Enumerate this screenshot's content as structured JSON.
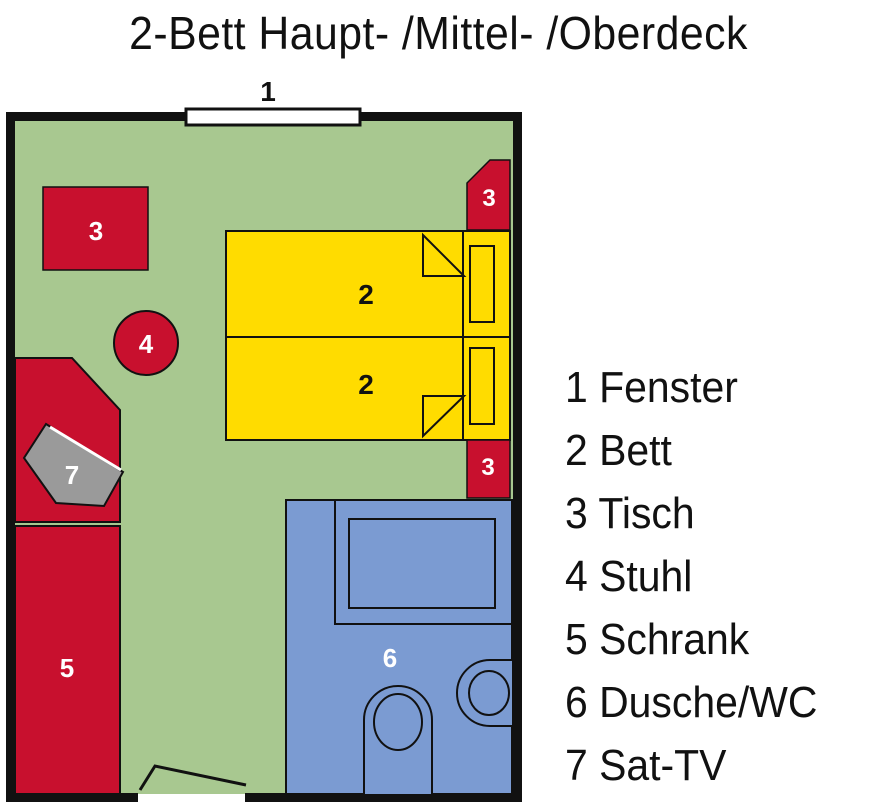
{
  "title": "2-Bett Haupt- /Mittel- /Oberdeck",
  "markers": {
    "window": "1",
    "bed_top": "2",
    "bed_bottom": "2",
    "table_left": "3",
    "table_right_top": "3",
    "table_right_bottom": "3",
    "chair": "4",
    "wardrobe": "5",
    "bathroom": "6",
    "tv": "7"
  },
  "legend": [
    {
      "label": "1 Fenster"
    },
    {
      "label": "2 Bett"
    },
    {
      "label": "3 Tisch"
    },
    {
      "label": "4 Stuhl"
    },
    {
      "label": "5 Schrank"
    },
    {
      "label": "6 Dusche/WC"
    },
    {
      "label": "7 Sat-TV"
    }
  ],
  "colors": {
    "floor": "#a8c890",
    "wall": "#111111",
    "furniture_red": "#c8102e",
    "bed_yellow": "#ffdc00",
    "bath_blue": "#7b9bd2",
    "tv_gray": "#9a9a9a"
  }
}
